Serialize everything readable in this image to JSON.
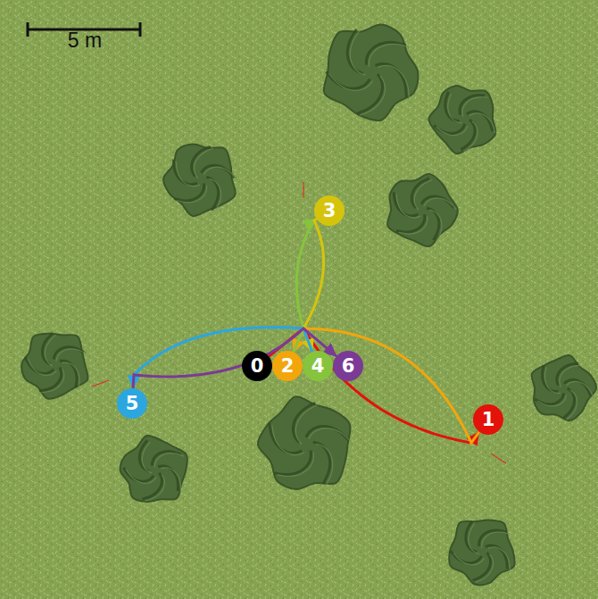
{
  "diagram": {
    "nodes": [
      {
        "text": [
          "3"
        ]
      },
      {
        "text": [
          "0"
        ]
      },
      {
        "text": [
          "2"
        ]
      },
      {
        "text": [
          "4"
        ]
      },
      {
        "text": [
          "6"
        ]
      },
      {
        "text": [
          "5"
        ]
      },
      {
        "text": [
          "1"
        ]
      }
    ],
    "edges": [
      {
        "from": 1,
        "to": 6,
        "arrow": "to"
      },
      {
        "from": 6,
        "to": 2,
        "arrow": "to"
      },
      {
        "from": 2,
        "to": 0,
        "arrow": "to"
      },
      {
        "from": 0,
        "to": 3,
        "arrow": "to"
      },
      {
        "from": 3,
        "to": 5,
        "arrow": "to"
      },
      {
        "from": 5,
        "to": 4,
        "arrow": "to"
      }
    ],
    "labels": [
      "5 m"
    ]
  }
}
